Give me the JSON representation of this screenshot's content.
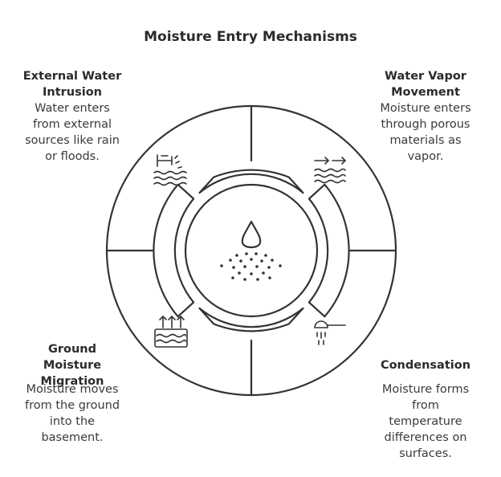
{
  "title": "Moisture Entry Mechanisms",
  "mechanisms": [
    {
      "heading_lines": [
        "External Water",
        "Intrusion"
      ],
      "desc_lines": [
        "Water enters",
        "from external",
        "sources like rain",
        "or floods."
      ],
      "icon": "water-tap-icon"
    },
    {
      "heading_lines": [
        "Water Vapor",
        "Movement"
      ],
      "desc_lines": [
        "Moisture enters",
        "through porous",
        "materials as",
        "vapor."
      ],
      "icon": "vapor-waves-icon"
    },
    {
      "heading_lines": [
        "Ground",
        "Moisture",
        "Migration"
      ],
      "desc_lines": [
        "Moisture moves",
        "from the ground",
        "into the",
        "basement."
      ],
      "icon": "rising-water-icon"
    },
    {
      "heading_lines": [
        "Condensation"
      ],
      "desc_lines": [
        "Moisture forms",
        "from",
        "temperature",
        "differences on",
        "surfaces."
      ],
      "icon": "shower-drip-icon"
    }
  ],
  "center_icon": "water-drop-icon",
  "colors": {
    "stroke": "#333333",
    "fill": "#ffffff",
    "text": "#2b2b2b"
  }
}
